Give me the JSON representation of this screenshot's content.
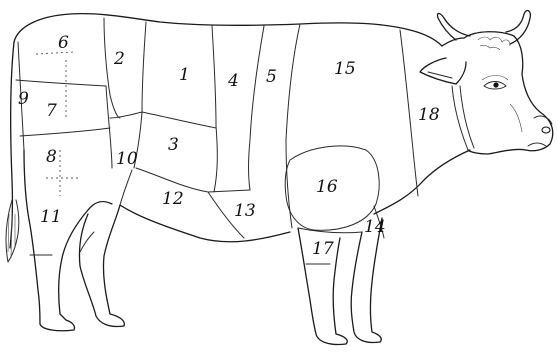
{
  "regions": [
    {
      "label": "1"
    },
    {
      "label": "2"
    },
    {
      "label": "3"
    },
    {
      "label": "4"
    },
    {
      "label": "5"
    },
    {
      "label": "6"
    },
    {
      "label": "7"
    },
    {
      "label": "8"
    },
    {
      "label": "9"
    },
    {
      "label": "10"
    },
    {
      "label": "11"
    },
    {
      "label": "12"
    },
    {
      "label": "13"
    },
    {
      "label": "14"
    },
    {
      "label": "15"
    },
    {
      "label": "16"
    },
    {
      "label": "17"
    },
    {
      "label": "18"
    }
  ],
  "colors": {
    "line": "#1a1a1a",
    "background": "#ffffff"
  }
}
